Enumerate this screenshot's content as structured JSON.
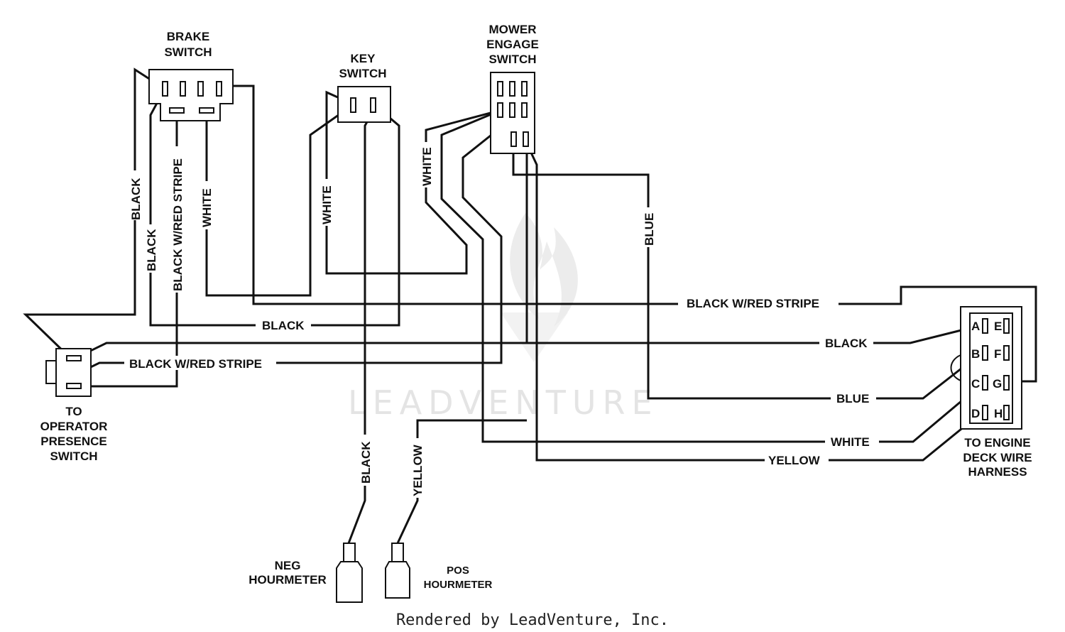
{
  "components": {
    "brake_switch": [
      "BRAKE",
      "SWITCH"
    ],
    "key_switch": [
      "KEY",
      "SWITCH"
    ],
    "mower_engage_switch": [
      "MOWER",
      "ENGAGE",
      "SWITCH"
    ],
    "operator_presence": [
      "TO",
      "OPERATOR",
      "PRESENCE",
      "SWITCH"
    ],
    "engine_deck_harness": [
      "TO ENGINE",
      "DECK WIRE",
      "HARNESS"
    ],
    "neg_hourmeter": [
      "NEG",
      "HOURMETER"
    ],
    "pos_hourmeter": [
      "POS",
      "HOURMETER"
    ]
  },
  "harness_pins": [
    "A",
    "B",
    "C",
    "D",
    "E",
    "F",
    "G",
    "H"
  ],
  "wire_labels": {
    "black": "BLACK",
    "white": "WHITE",
    "blue": "BLUE",
    "yellow": "YELLOW",
    "black_red": "BLACK W/RED STRIPE"
  },
  "watermark": "LEADVENTURE",
  "footer": "Rendered by LeadVenture, Inc."
}
